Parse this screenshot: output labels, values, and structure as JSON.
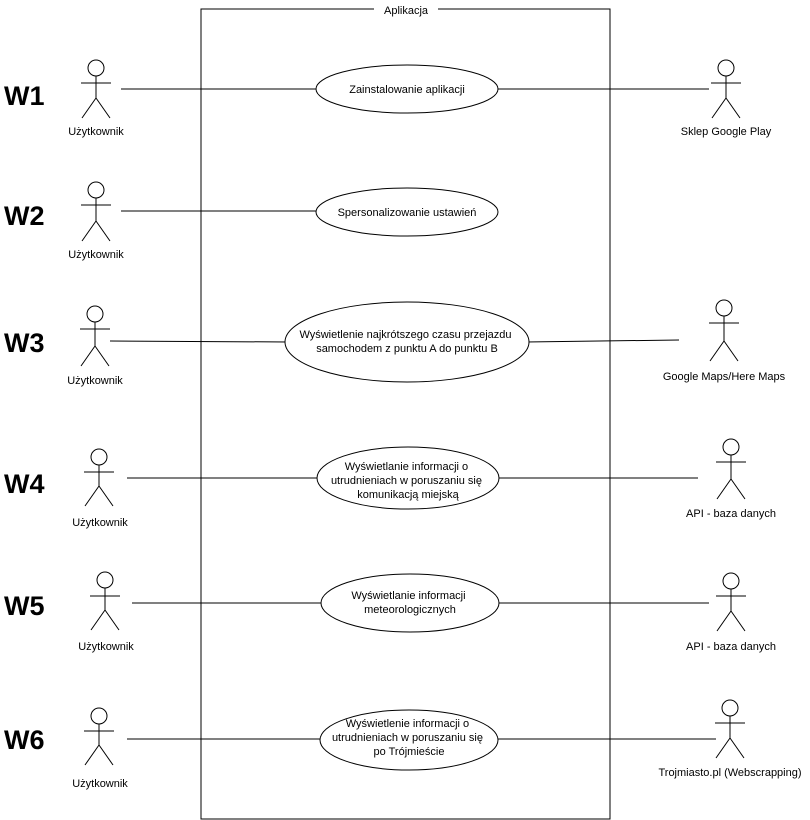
{
  "system": {
    "title": "Aplikacja"
  },
  "rows": [
    {
      "id": "W1",
      "actor": "Użytkownik",
      "use_case": [
        "Zainstalowanie aplikacji"
      ],
      "external": "Sklep Google Play"
    },
    {
      "id": "W2",
      "actor": "Użytkownik",
      "use_case": [
        "Spersonalizowanie ustawień"
      ],
      "external": ""
    },
    {
      "id": "W3",
      "actor": "Użytkownik",
      "use_case": [
        "Wyświetlenie najkrótszego czasu przejazdu",
        "samochodem z punktu A do punktu B"
      ],
      "external": "Google Maps/Here Maps"
    },
    {
      "id": "W4",
      "actor": "Użytkownik",
      "use_case": [
        "Wyświetlanie informacji o",
        "utrudnieniach w poruszaniu się",
        "komunikacją miejską"
      ],
      "external": "API - baza danych"
    },
    {
      "id": "W5",
      "actor": "Użytkownik",
      "use_case": [
        "Wyświetlanie informacji",
        "meteorologicznych"
      ],
      "external": "API - baza danych"
    },
    {
      "id": "W6",
      "actor": "Użytkownik",
      "use_case": [
        "Wyświetlenie informacji o",
        "utrudnieniach w poruszaniu się",
        "po Trójmieście"
      ],
      "external": "Trojmiasto.pl (Webscrapping)"
    }
  ]
}
